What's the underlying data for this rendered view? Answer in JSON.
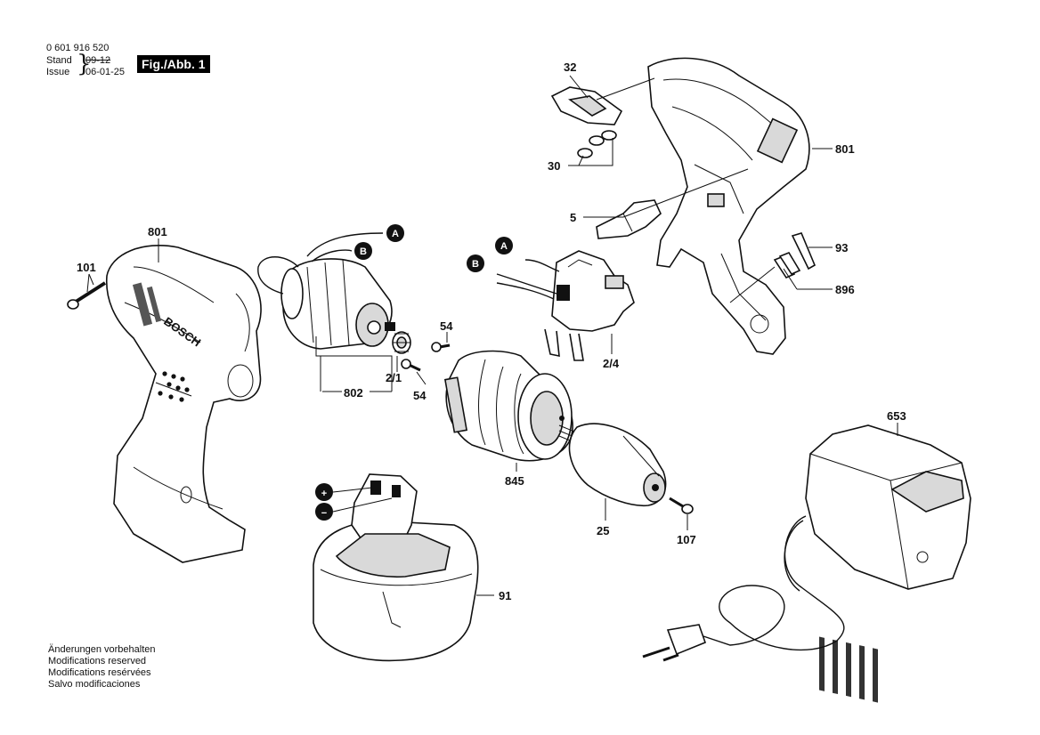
{
  "header": {
    "doc_number": "0 601 916 520",
    "stand_label": "Stand",
    "issue_label": "Issue",
    "stand_value": "09-12",
    "issue_value": "06-01-25",
    "figure": "Fig./Abb. 1"
  },
  "footer": [
    "Änderungen vorbehalten",
    "Modifications reserved",
    "Modifications resérvées",
    "Salvo modificaciones"
  ],
  "callouts": {
    "c32": "32",
    "c30": "30",
    "c5": "5",
    "c801_right": "801",
    "c93": "93",
    "c896": "896",
    "c801_left": "801",
    "c101": "101",
    "c54_top": "54",
    "c54_bottom": "54",
    "c2_1": "2/1",
    "c802": "802",
    "c2_4": "2/4",
    "c845": "845",
    "c25": "25",
    "c107": "107",
    "c653": "653",
    "c91": "91"
  },
  "connectors": {
    "a_top": "A",
    "b_top": "B",
    "a_switch": "A",
    "b_switch": "B"
  },
  "battery_terminals": {
    "plus": "+",
    "minus": "−"
  },
  "brand_mark": "BOSCH"
}
